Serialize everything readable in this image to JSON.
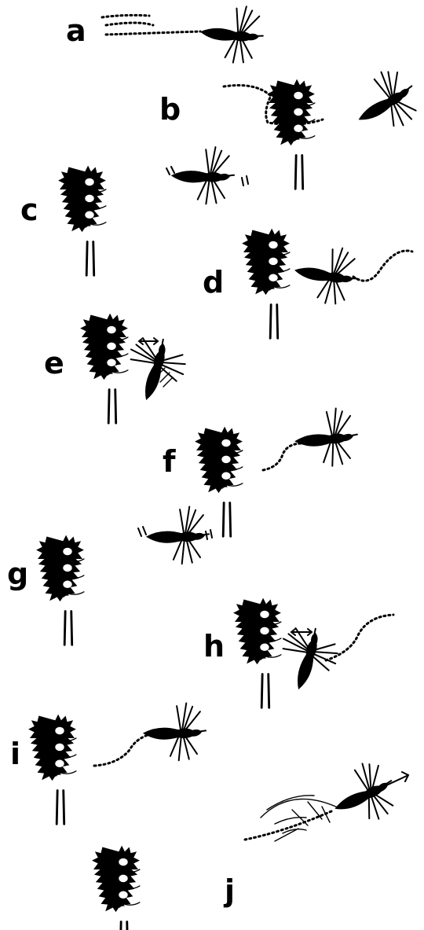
{
  "panels": [
    {
      "label": "a"
    },
    {
      "label": "b"
    },
    {
      "label": "c"
    },
    {
      "label": "d"
    },
    {
      "label": "e"
    },
    {
      "label": "f"
    },
    {
      "label": "g"
    },
    {
      "label": "h"
    },
    {
      "label": "i"
    },
    {
      "label": "j"
    }
  ],
  "icons": {
    "insect": "mosquito-icon",
    "flower": "flower-spike-icon"
  },
  "colors": {
    "ink": "#000000",
    "background": "#ffffff"
  }
}
